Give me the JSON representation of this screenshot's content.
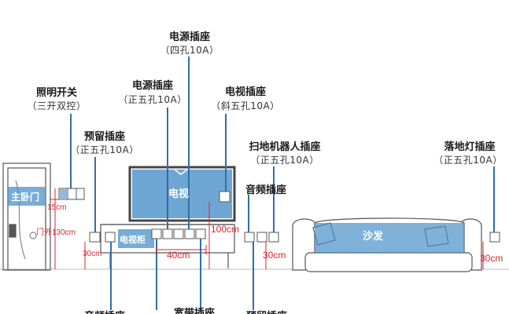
{
  "labels": {
    "power_top": {
      "title": "电源插座",
      "sub": "（四孔10A）"
    },
    "power_mid": {
      "title": "电源插座",
      "sub": "（正五孔10A）"
    },
    "tv_socket": {
      "title": "电视插座",
      "sub": "（斜五孔10A）"
    },
    "light_switch": {
      "title": "照明开关",
      "sub": "（三开双控）"
    },
    "reserved": {
      "title": "预留插座",
      "sub": "（正五孔10A）"
    },
    "robot": {
      "title": "扫地机器人插座",
      "sub": "（正五孔10A）"
    },
    "floor_lamp": {
      "title": "落地灯插座",
      "sub": "（正五孔10A）"
    },
    "audio": {
      "title": "音频插座"
    },
    "bottom_1": "音频插座",
    "bottom_2": "宽带插座",
    "bottom_3": "预留插座"
  },
  "areas": {
    "master_bedroom": "主卧门",
    "tv": "电视",
    "tv_cabinet": "电视柜",
    "sofa": "沙发"
  },
  "dimensions": {
    "d15": "15cm",
    "door_out": "门外130cm",
    "d30_left": "30cm",
    "d40": "40cm",
    "d100": "100cm",
    "d30_mid": "30cm",
    "d30_right": "30cm"
  },
  "colors": {
    "callout_line": "#2f6fa8",
    "dimension": "#d8262e",
    "zone_fill": "#4a90c8",
    "sketch": "#555555"
  }
}
